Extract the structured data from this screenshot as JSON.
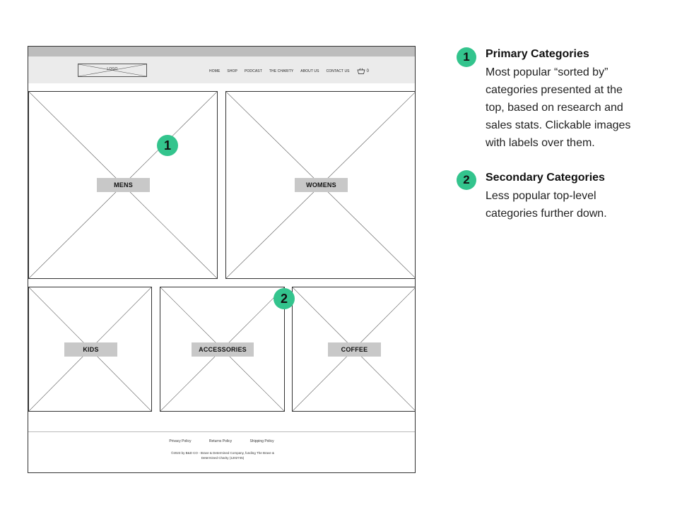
{
  "wireframe": {
    "logo_text": "LOGO",
    "nav": [
      "HOME",
      "SHOP",
      "PODCAST",
      "THE CHARITY",
      "ABOUT US",
      "CONTACT US"
    ],
    "cart_count": "0",
    "primary_tiles": [
      {
        "label": "MENS"
      },
      {
        "label": "WOMENS"
      }
    ],
    "secondary_tiles": [
      {
        "label": "KIDS"
      },
      {
        "label": "ACCESSORIES"
      },
      {
        "label": "COFFEE"
      }
    ],
    "footer": {
      "links": [
        "Privacy Policy",
        "Returns Policy",
        "Shipping Policy"
      ],
      "copyright": "©2023 by B&D CO - Brave & Determined Company, funding The Brave & Determined Charity (1202745)"
    },
    "badges": [
      "1",
      "2"
    ]
  },
  "legend": [
    {
      "number": "1",
      "title": "Primary Categories",
      "lines": [
        "Most popular “sorted by”",
        "categories presented at the",
        "top, based on research and",
        "sales stats. Clickable images",
        "with labels over them."
      ]
    },
    {
      "number": "2",
      "title": "Secondary Categories",
      "lines": [
        "Less popular top-level",
        "categories further down."
      ]
    }
  ],
  "colors": {
    "badge": "#33c48d",
    "header_bg": "#ebebeb",
    "topbar": "#bdbdbd",
    "label_bg": "#c8c8c8"
  }
}
